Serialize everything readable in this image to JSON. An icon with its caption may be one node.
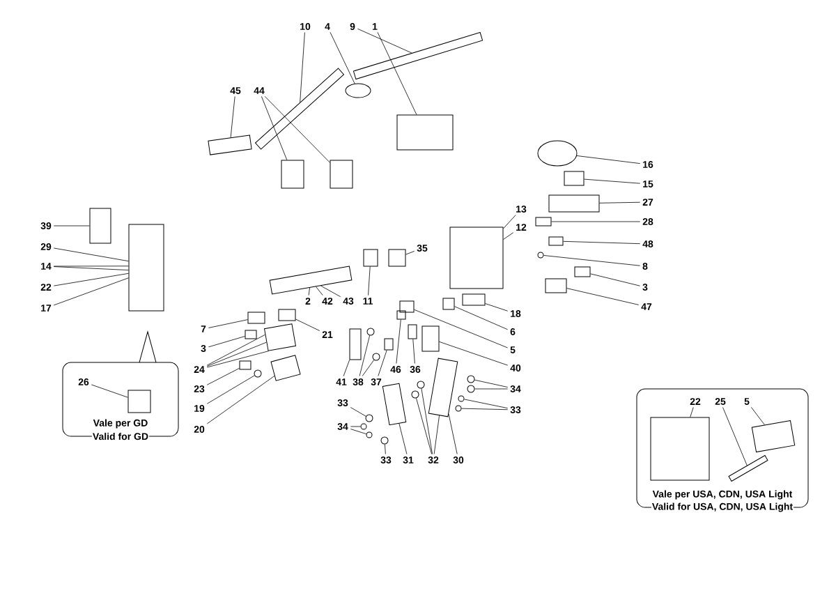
{
  "diagram": {
    "nodes": [
      {
        "text": [
          "10"
        ]
      },
      {
        "text": [
          "4"
        ]
      },
      {
        "text": [
          "9"
        ]
      },
      {
        "text": [
          "1"
        ]
      },
      {
        "text": [
          "45"
        ]
      },
      {
        "text": [
          "44"
        ]
      },
      {
        "text": [
          "16"
        ]
      },
      {
        "text": [
          "15"
        ]
      },
      {
        "text": [
          "27"
        ]
      },
      {
        "text": [
          "28"
        ]
      },
      {
        "text": [
          "48"
        ]
      },
      {
        "text": [
          "8"
        ]
      },
      {
        "text": [
          "3"
        ]
      },
      {
        "text": [
          "47"
        ]
      },
      {
        "text": [
          "13"
        ]
      },
      {
        "text": [
          "12"
        ]
      },
      {
        "text": [
          "35"
        ]
      },
      {
        "text": [
          "39"
        ]
      },
      {
        "text": [
          "29"
        ]
      },
      {
        "text": [
          "14"
        ]
      },
      {
        "text": [
          "22"
        ]
      },
      {
        "text": [
          "17"
        ]
      },
      {
        "text": [
          "2"
        ]
      },
      {
        "text": [
          "42"
        ]
      },
      {
        "text": [
          "43"
        ]
      },
      {
        "text": [
          "11"
        ]
      },
      {
        "text": [
          "18"
        ]
      },
      {
        "text": [
          "6"
        ]
      },
      {
        "text": [
          "5"
        ]
      },
      {
        "text": [
          "40"
        ]
      },
      {
        "text": [
          "34"
        ]
      },
      {
        "text": [
          "33"
        ]
      },
      {
        "text": [
          "7"
        ]
      },
      {
        "text": [
          "21"
        ]
      },
      {
        "text": [
          "3"
        ]
      },
      {
        "text": [
          "24"
        ]
      },
      {
        "text": [
          "23"
        ]
      },
      {
        "text": [
          "19"
        ]
      },
      {
        "text": [
          "20"
        ]
      },
      {
        "text": [
          "41"
        ]
      },
      {
        "text": [
          "38"
        ]
      },
      {
        "text": [
          "37"
        ]
      },
      {
        "text": [
          "46"
        ]
      },
      {
        "text": [
          "36"
        ]
      },
      {
        "text": [
          "33"
        ]
      },
      {
        "text": [
          "34"
        ]
      },
      {
        "text": [
          "33"
        ]
      },
      {
        "text": [
          "31"
        ]
      },
      {
        "text": [
          "32"
        ]
      },
      {
        "text": [
          "30"
        ]
      },
      {
        "text": [
          "Vale per GD",
          "Valid for GD"
        ]
      },
      {
        "text": [
          "26"
        ],
        "in": 50
      },
      {
        "text": [
          "Vale per USA, CDN, USA Light",
          "Valid for USA, CDN, USA Light"
        ]
      },
      {
        "text": [
          "22"
        ],
        "in": 52
      },
      {
        "text": [
          "25"
        ],
        "in": 52
      },
      {
        "text": [
          "5"
        ],
        "in": 52
      },
      {
        "text": [],
        "shape": "bar"
      },
      {
        "text": [],
        "shape": "ellipse"
      },
      {
        "text": [],
        "shape": "bar"
      },
      {
        "text": [],
        "shape": "box"
      },
      {
        "text": [],
        "shape": "box"
      },
      {
        "text": [],
        "shape": "box"
      },
      {
        "text": [],
        "shape": "box"
      },
      {
        "text": [],
        "shape": "ellipse"
      },
      {
        "text": [],
        "shape": "box"
      },
      {
        "text": [],
        "shape": "box"
      },
      {
        "text": [],
        "shape": "box"
      },
      {
        "text": [],
        "shape": "box"
      },
      {
        "text": [],
        "shape": "circle"
      },
      {
        "text": [],
        "shape": "box"
      },
      {
        "text": [],
        "shape": "box"
      },
      {
        "text": [],
        "shape": "box"
      },
      {
        "text": [],
        "shape": "box"
      },
      {
        "text": [],
        "shape": "box"
      },
      {
        "text": [],
        "shape": "box"
      },
      {
        "text": [],
        "shape": "bar"
      },
      {
        "text": [],
        "shape": "box"
      },
      {
        "text": [],
        "shape": "box"
      },
      {
        "text": [],
        "shape": "box"
      },
      {
        "text": [],
        "shape": "box"
      },
      {
        "text": [],
        "shape": "box"
      },
      {
        "text": [],
        "shape": "circle"
      },
      {
        "text": [],
        "shape": "circle"
      },
      {
        "text": [],
        "shape": "box"
      },
      {
        "text": [],
        "shape": "circle"
      },
      {
        "text": [],
        "shape": "circle"
      },
      {
        "text": [],
        "shape": "circle"
      },
      {
        "text": [],
        "shape": "circle"
      },
      {
        "text": [],
        "shape": "box"
      },
      {
        "text": [],
        "shape": "box"
      },
      {
        "text": [],
        "shape": "box"
      },
      {
        "text": [],
        "shape": "box"
      },
      {
        "text": [],
        "shape": "box"
      },
      {
        "text": [],
        "shape": "circle"
      },
      {
        "text": [],
        "shape": "box"
      },
      {
        "text": [],
        "shape": "box"
      },
      {
        "text": [],
        "shape": "circle"
      },
      {
        "text": [],
        "shape": "circle"
      },
      {
        "text": [],
        "shape": "box"
      },
      {
        "text": [],
        "shape": "box"
      },
      {
        "text": [],
        "shape": "box"
      },
      {
        "text": [],
        "shape": "box"
      },
      {
        "text": [],
        "shape": "circle"
      },
      {
        "text": [],
        "shape": "circle"
      },
      {
        "text": [],
        "shape": "circle"
      },
      {
        "text": [],
        "shape": "circle"
      },
      {
        "text": [],
        "shape": "box",
        "in": 50
      },
      {
        "text": [],
        "shape": "box",
        "in": 52
      },
      {
        "text": [],
        "shape": "bar",
        "in": 52
      },
      {
        "text": [],
        "shape": "box",
        "in": 52
      }
    ],
    "edges": [
      {
        "from": 0,
        "to": 56,
        "arrow": "none"
      },
      {
        "from": 1,
        "to": 57,
        "arrow": "none"
      },
      {
        "from": 2,
        "to": 58,
        "arrow": "none"
      },
      {
        "from": 3,
        "to": 59,
        "arrow": "none"
      },
      {
        "from": 4,
        "to": 60,
        "arrow": "none"
      },
      {
        "from": 5,
        "to": 61,
        "arrow": "none"
      },
      {
        "from": 5,
        "to": 62,
        "arrow": "none"
      },
      {
        "from": 6,
        "to": 63,
        "arrow": "none"
      },
      {
        "from": 7,
        "to": 64,
        "arrow": "none"
      },
      {
        "from": 8,
        "to": 65,
        "arrow": "none"
      },
      {
        "from": 9,
        "to": 66,
        "arrow": "none"
      },
      {
        "from": 10,
        "to": 67,
        "arrow": "none"
      },
      {
        "from": 11,
        "to": 68,
        "arrow": "none"
      },
      {
        "from": 12,
        "to": 69,
        "arrow": "none"
      },
      {
        "from": 13,
        "to": 70,
        "arrow": "none"
      },
      {
        "from": 14,
        "to": 71,
        "arrow": "none"
      },
      {
        "from": 15,
        "to": 71,
        "arrow": "none"
      },
      {
        "from": 16,
        "to": 72,
        "arrow": "none"
      },
      {
        "from": 17,
        "to": 73,
        "arrow": "none"
      },
      {
        "from": 18,
        "to": 74,
        "arrow": "none"
      },
      {
        "from": 19,
        "to": 74,
        "arrow": "none"
      },
      {
        "from": 19,
        "to": 74,
        "arrow": "none"
      },
      {
        "from": 20,
        "to": 74,
        "arrow": "none"
      },
      {
        "from": 21,
        "to": 74,
        "arrow": "none"
      },
      {
        "from": 22,
        "to": 75,
        "arrow": "none"
      },
      {
        "from": 23,
        "to": 75,
        "arrow": "none"
      },
      {
        "from": 24,
        "to": 75,
        "arrow": "none"
      },
      {
        "from": 25,
        "to": 76,
        "arrow": "none"
      },
      {
        "from": 26,
        "to": 77,
        "arrow": "none"
      },
      {
        "from": 27,
        "to": 78,
        "arrow": "none"
      },
      {
        "from": 28,
        "to": 79,
        "arrow": "none"
      },
      {
        "from": 29,
        "to": 80,
        "arrow": "none"
      },
      {
        "from": 30,
        "to": 81,
        "arrow": "none"
      },
      {
        "from": 30,
        "to": 82,
        "arrow": "none"
      },
      {
        "from": 31,
        "to": 84,
        "arrow": "none"
      },
      {
        "from": 31,
        "to": 85,
        "arrow": "none"
      },
      {
        "from": 32,
        "to": 88,
        "arrow": "none"
      },
      {
        "from": 33,
        "to": 89,
        "arrow": "none"
      },
      {
        "from": 34,
        "to": 90,
        "arrow": "none"
      },
      {
        "from": 35,
        "to": 91,
        "arrow": "none"
      },
      {
        "from": 35,
        "to": 91,
        "arrow": "none"
      },
      {
        "from": 35,
        "to": 91,
        "arrow": "none"
      },
      {
        "from": 36,
        "to": 92,
        "arrow": "none"
      },
      {
        "from": 37,
        "to": 93,
        "arrow": "none"
      },
      {
        "from": 38,
        "to": 94,
        "arrow": "none"
      },
      {
        "from": 39,
        "to": 95,
        "arrow": "none"
      },
      {
        "from": 40,
        "to": 96,
        "arrow": "none"
      },
      {
        "from": 40,
        "to": 97,
        "arrow": "none"
      },
      {
        "from": 41,
        "to": 98,
        "arrow": "none"
      },
      {
        "from": 42,
        "to": 99,
        "arrow": "none"
      },
      {
        "from": 43,
        "to": 100,
        "arrow": "none"
      },
      {
        "from": 44,
        "to": 102,
        "arrow": "none"
      },
      {
        "from": 45,
        "to": 103,
        "arrow": "none"
      },
      {
        "from": 45,
        "to": 104,
        "arrow": "none"
      },
      {
        "from": 46,
        "to": 105,
        "arrow": "none"
      },
      {
        "from": 47,
        "to": 101,
        "arrow": "none"
      },
      {
        "from": 48,
        "to": 86,
        "arrow": "none"
      },
      {
        "from": 48,
        "to": 87,
        "arrow": "none"
      },
      {
        "from": 48,
        "to": 83,
        "arrow": "none"
      },
      {
        "from": 49,
        "to": 83,
        "arrow": "none"
      },
      {
        "from": 51,
        "to": 106,
        "arrow": "none"
      },
      {
        "from": 53,
        "to": 107,
        "arrow": "none"
      },
      {
        "from": 54,
        "to": 108,
        "arrow": "none"
      },
      {
        "from": 55,
        "to": 109,
        "arrow": "none"
      }
    ]
  }
}
